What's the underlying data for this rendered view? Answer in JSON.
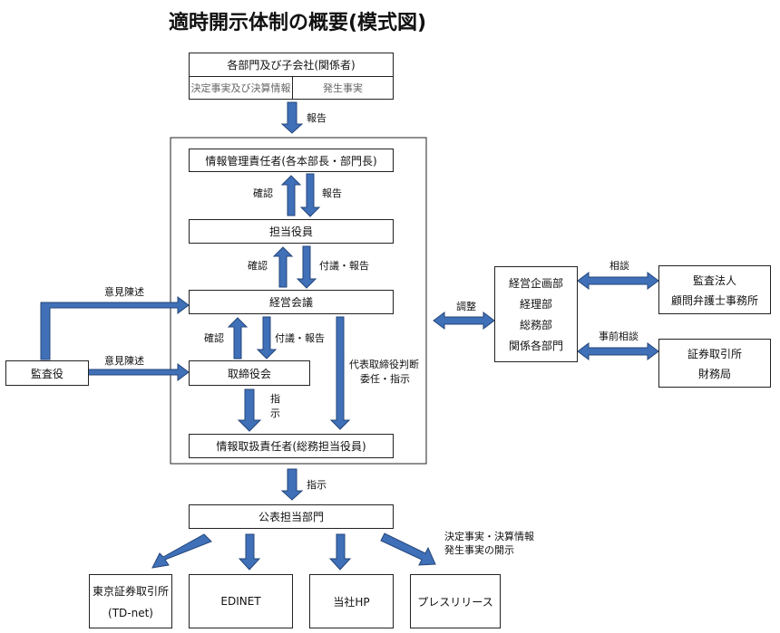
{
  "title": "適時開示体制の概要(模式図)",
  "nodes": {
    "subsidiaries": "各部門及び子会社(関係者)",
    "decided_facts": "決定事実及び決算情報",
    "occurring_facts": "発生事実",
    "info_manager": "情報管理責任者(各本部長・部門長)",
    "officer": "担当役員",
    "mgmt_meeting": "経営会議",
    "board": "取締役会",
    "info_handler": "情報取扱責任者(総務担当役員)",
    "auditor": "監査役",
    "depts": [
      "経営企画部",
      "経理部",
      "総務部",
      "関係各部門"
    ],
    "audit_corp": [
      "監査法人",
      "顧問弁護士事務所"
    ],
    "exchange": [
      "証券取引所",
      "財務局"
    ],
    "pr_dept": "公表担当部門",
    "tse": "東京証券取引所",
    "tdnet": "(TD-net)",
    "edinet": "EDINET",
    "hp": "当社HP",
    "press": "プレスリリース"
  },
  "labels": {
    "report_top": "報告",
    "confirm1": "確認",
    "report1": "報告",
    "confirm2": "確認",
    "discuss_report2": "付議・報告",
    "opinion1": "意見陳述",
    "opinion2": "意見陳述",
    "confirm3": "確認",
    "discuss_report3": "付議・報告",
    "instruct_board_1": "指",
    "instruct_board_2": "示",
    "delegate_1": "代表取締役判断",
    "delegate_2": "委任・指示",
    "coordinate": "調整",
    "consult": "相談",
    "pre_consult": "事前相談",
    "instruct_pr": "指示",
    "disclosure_1": "決定事実・決算情報",
    "disclosure_2": "発生事実の開示"
  },
  "colors": {
    "arrow_fill": "#3f70b8",
    "arrow_stroke": "#24467a"
  }
}
